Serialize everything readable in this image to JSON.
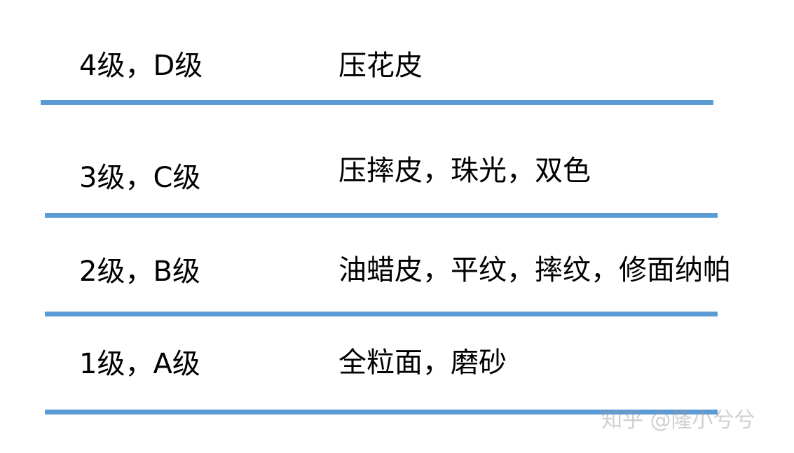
{
  "rows": [
    {
      "grade": "4级，D级",
      "description": "压花皮"
    },
    {
      "grade": "3级，C级",
      "description": "压摔皮，珠光，双色"
    },
    {
      "grade": "2级，B级",
      "description": "油蜡皮，平纹，摔纹，修面纳帕"
    },
    {
      "grade": "1级，A级",
      "description": "全粒面，磨砂"
    }
  ],
  "divider_color": "#5b9bd5",
  "watermark": "知乎 @隆小兮兮"
}
